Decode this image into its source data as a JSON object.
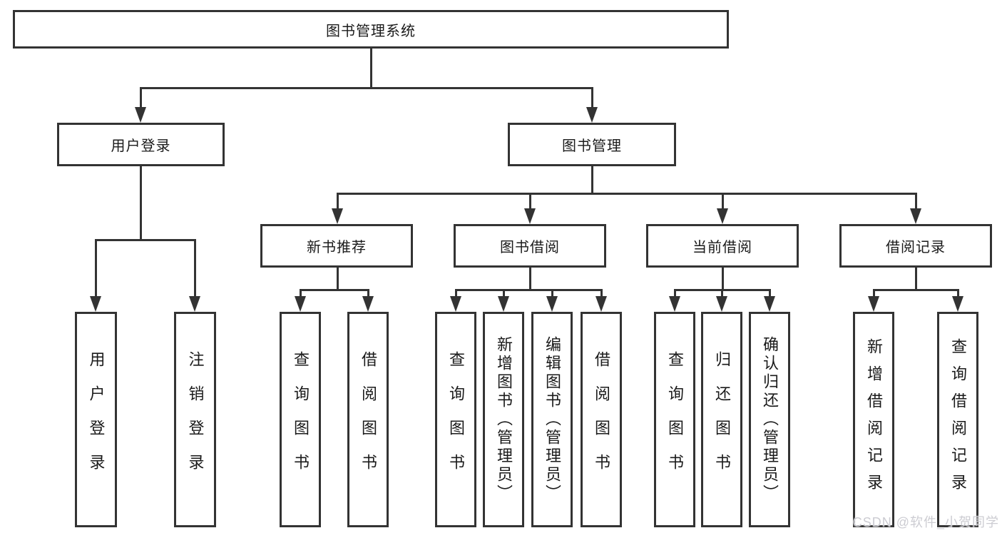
{
  "watermark": "CSDN @软件_小贺同学",
  "colors": {
    "line": "#333333",
    "text": "#1a1a1a",
    "watermark": "#ccccd2",
    "background": "#ffffff"
  },
  "nodes": {
    "root": "图书管理系统",
    "l2": [
      "用户登录",
      "图书管理"
    ],
    "l3": [
      "新书推荐",
      "图书借阅",
      "当前借阅",
      "借阅记录"
    ],
    "leaves_user_login": [
      "用户登录",
      "注销登录"
    ],
    "leaves_new_book": [
      "查询图书",
      "借阅图书"
    ],
    "leaves_book_borrow": [
      "查询图书",
      "新增图书（管理员）",
      "编辑图书（管理员）",
      "借阅图书"
    ],
    "leaves_current_borrow": [
      "查询图书",
      "归还图书",
      "确认归还（管理员）"
    ],
    "leaves_borrow_record": [
      "新增借阅记录",
      "查询借阅记录"
    ]
  }
}
